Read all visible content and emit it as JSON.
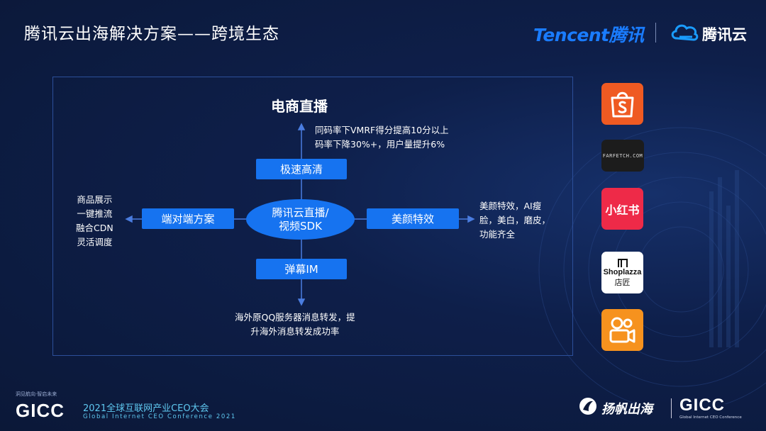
{
  "header": {
    "title": "腾讯云出海解决方案——跨境生态",
    "brand_tencent": "Tencent腾讯",
    "brand_cloud": "腾讯云"
  },
  "diagram": {
    "title": "电商直播",
    "center": {
      "line1": "腾讯云直播/",
      "line2": "视频SDK"
    },
    "top": {
      "label": "极速高清",
      "note": [
        "同码率下VMRF得分提高10分以上",
        "码率下降30%+，用户量提升6%"
      ]
    },
    "left": {
      "label": "端对端方案",
      "note": [
        "商品展示",
        "一键推流",
        "融合CDN",
        "灵活调度"
      ]
    },
    "right": {
      "label": "美颜特效",
      "note": [
        "美颜特效，AI瘦",
        "脸，美白，磨皮，",
        "功能齐全"
      ]
    },
    "bottom": {
      "label": "弹幕IM",
      "note": [
        "海外原QQ服务器消息转发，提",
        "升海外消息转发成功率"
      ]
    }
  },
  "partner_logos": {
    "farfetch": "FARFETCH.COM",
    "xiaohongshu": "小红书",
    "shoplazza_en": "Shoplazza",
    "shoplazza_cn": "店匠"
  },
  "footer": {
    "gicc_tagline": "洞见航向·智启未来",
    "gicc_logo": "GICC",
    "conference_cn": "2021全球互联网产业CEO大会",
    "conference_en": "Global Internet CEO Conference 2021",
    "sail_text": "扬帆出海",
    "gicc_right": "GICC",
    "gicc_right_sub": "Global Internet CEO Conference"
  },
  "colors": {
    "background": "#0c1a3d",
    "accent_blue": "#1673f0",
    "tencent_blue": "#1a7cff"
  }
}
